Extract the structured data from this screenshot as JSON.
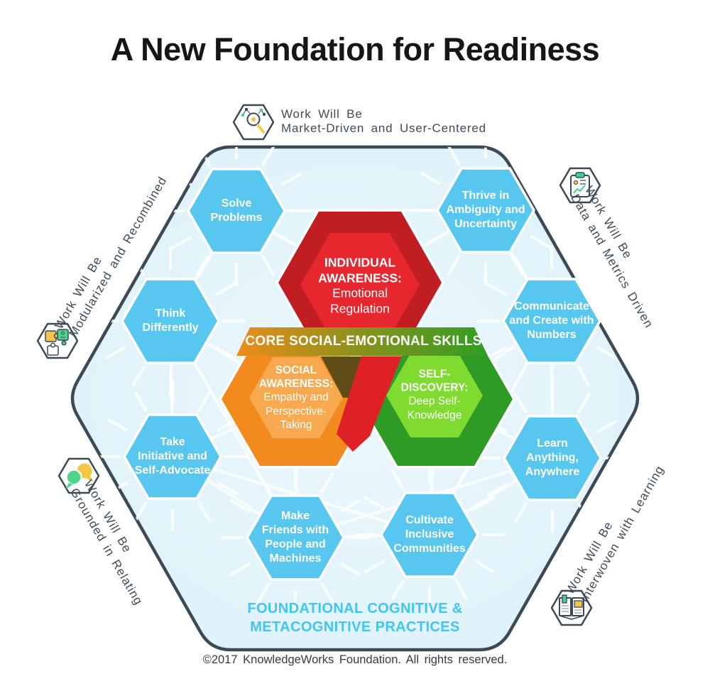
{
  "title": "A New Foundation for Readiness",
  "future_labels": {
    "top": {
      "line1": "Work Will Be",
      "line2": "Market-Driven and User-Centered"
    },
    "top_right": {
      "line1": "Work Will Be",
      "line2": "Data and Metrics Driven"
    },
    "bottom_right": {
      "line1": "Work Will Be",
      "line2": "Interwoven with Learning"
    },
    "bottom_left": {
      "line1": "Work Will Be",
      "line2": "Grounded in Relating"
    },
    "top_left": {
      "line1": "Work Will Be",
      "line2": "Modularized and Recombined"
    }
  },
  "icons": {
    "top": "market-magnifier-icon",
    "top_right": "metrics-clipboard-icon",
    "bottom_right": "learning-book-icon",
    "bottom_left": "relating-speech-bubbles-icon",
    "top_left": "modular-puzzle-icon"
  },
  "core": {
    "banner": "CORE SOCIAL-EMOTIONAL SKILLS",
    "hexes": {
      "individual": {
        "bold": [
          "INDIVIDUAL",
          "AWARENESS:"
        ],
        "plain": [
          "Emotional",
          "Regulation"
        ]
      },
      "social": {
        "bold": [
          "SOCIAL",
          "AWARENESS:"
        ],
        "plain": [
          "Empathy and",
          "Perspective-",
          "Taking"
        ]
      },
      "self": {
        "bold": [
          "SELF-",
          "DISCOVERY:"
        ],
        "plain": [
          "Deep Self-",
          "Knowledge"
        ]
      }
    }
  },
  "practices": {
    "solve": [
      "Solve",
      "Problems"
    ],
    "thrive": [
      "Thrive in",
      "Ambiguity and",
      "Uncertainty"
    ],
    "think": [
      "Think",
      "Differently"
    ],
    "communicate": [
      "Communicate",
      "and Create with",
      "Numbers"
    ],
    "initiative": [
      "Take",
      "Initiative and",
      "Self-Advocate"
    ],
    "learn": [
      "Learn",
      "Anything,",
      "Anywhere"
    ],
    "friends": [
      "Make",
      "Friends with",
      "People and",
      "Machines"
    ],
    "cultivate": [
      "Cultivate",
      "Inclusive",
      "Communities"
    ]
  },
  "foundation": {
    "line1": "FOUNDATIONAL COGNITIVE &",
    "line2": "METACOGNITIVE PRACTICES"
  },
  "copyright": "©2017 KnowledgeWorks Foundation. All rights reserved.",
  "colors": {
    "outline": "#3C4A58",
    "canvas_fill": "#E0F2FA",
    "practice_blue": "#58C7F0",
    "red_outer": "#C11E24",
    "red_inner": "#E6282E",
    "orange_outer": "#F28A1E",
    "orange_inner": "#F8A94F",
    "green_outer": "#2E9B25",
    "green_inner": "#7FDB2F",
    "banner_left": "#EE8C1A",
    "banner_right": "#2F9E22",
    "weave_dark": "#5F4C16",
    "weave_red": "#DE2127",
    "foundation_text": "#3FC6F2",
    "label_slate": "#3E4C59",
    "icon_green": "#45CE8E",
    "icon_yellow": "#F5C544"
  }
}
